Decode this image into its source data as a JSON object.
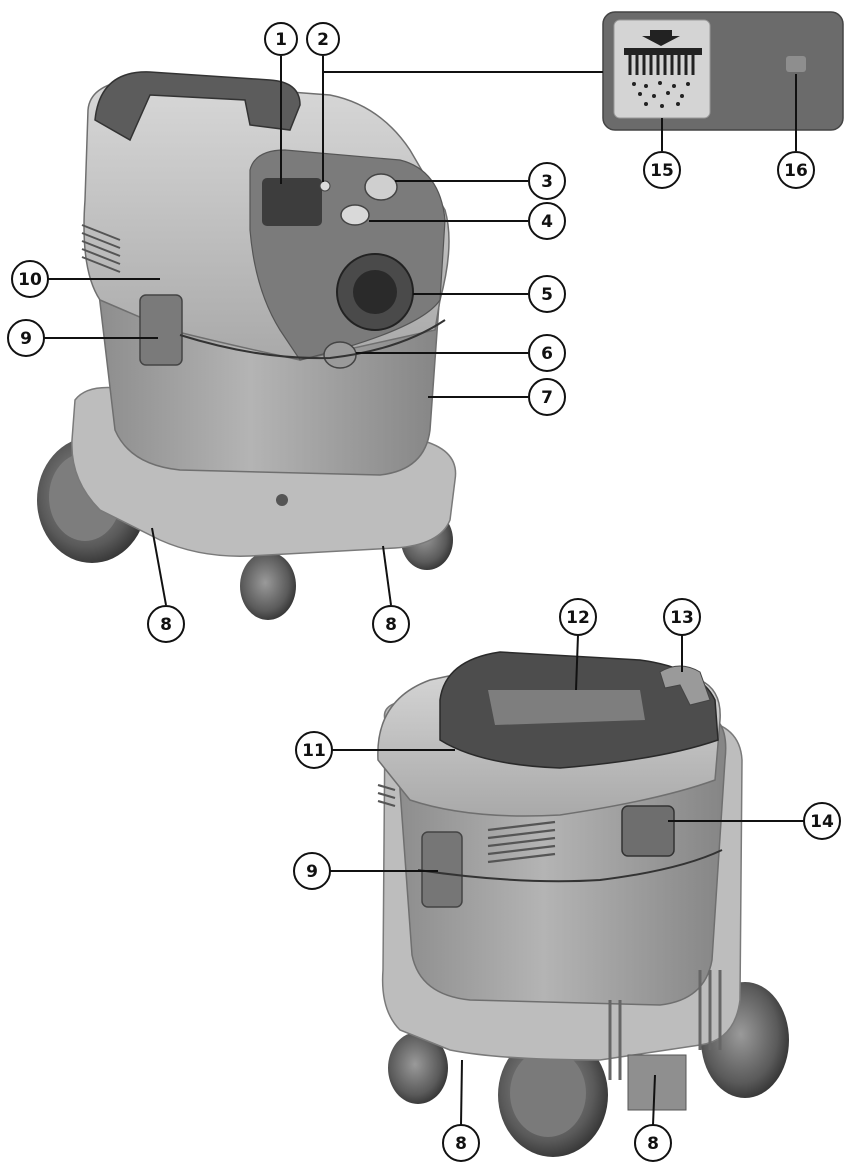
{
  "diagram": {
    "callouts": {
      "c1": "1",
      "c2": "2",
      "c3": "3",
      "c4": "4",
      "c5": "5",
      "c6": "6",
      "c7": "7",
      "c8a": "8",
      "c8b": "8",
      "c8c": "8",
      "c8d": "8",
      "c9a": "9",
      "c9b": "9",
      "c10": "10",
      "c11": "11",
      "c12": "12",
      "c13": "13",
      "c14": "14",
      "c15": "15",
      "c16": "16"
    },
    "icons": {
      "filter_cleaning": "filter-cleaning-icon",
      "indicator": "indicator-light-icon"
    },
    "colors": {
      "body_dark": "#8a8a8a",
      "body_mid": "#a8a8a8",
      "body_light": "#c9c9c9",
      "panel": "#6b6b6b",
      "line": "#111111"
    }
  }
}
